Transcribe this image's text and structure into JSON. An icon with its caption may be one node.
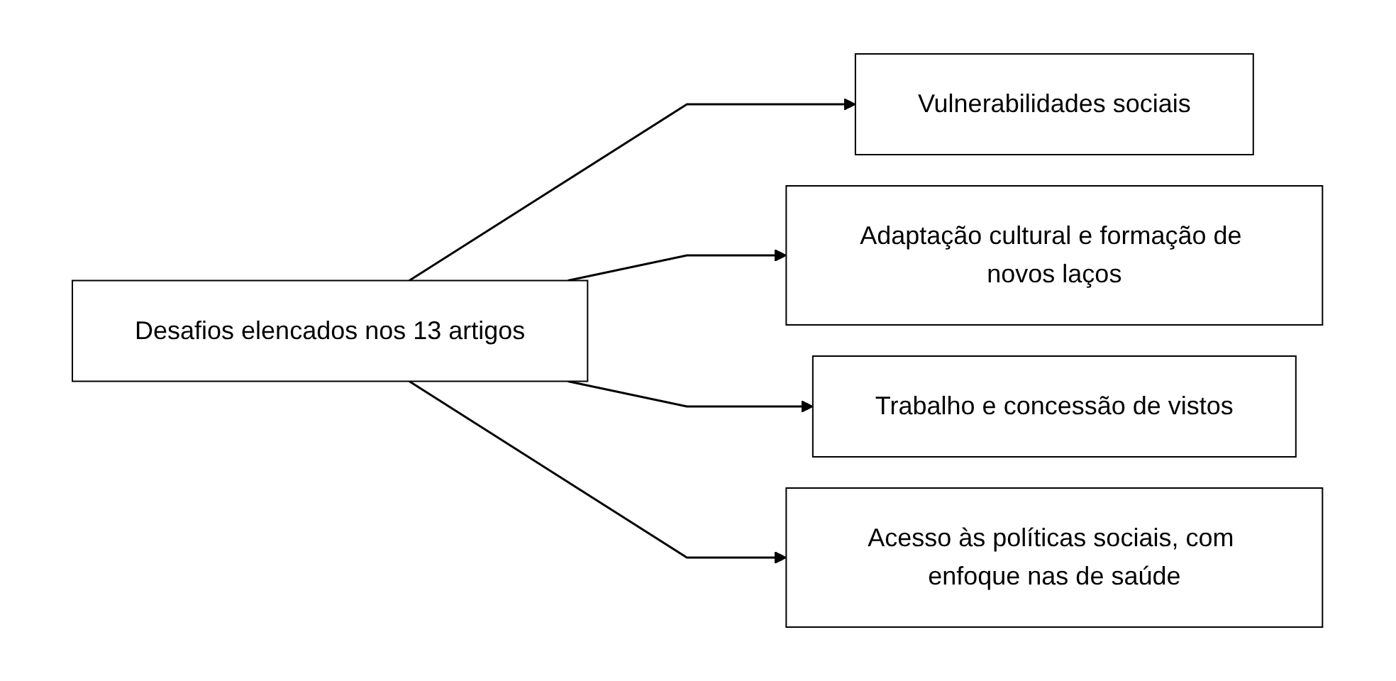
{
  "diagram": {
    "nodes": [
      {
        "text": [
          "Desafios elencados nos 13 artigos"
        ]
      },
      {
        "text": [
          "Vulnerabilidades sociais"
        ]
      },
      {
        "text": [
          "Adaptação cultural e formação de novos laços"
        ]
      },
      {
        "text": [
          "Trabalho e concessão de vistos"
        ]
      },
      {
        "text": [
          "Acesso às políticas sociais, com enfoque nas de saúde"
        ]
      }
    ],
    "edges": [
      {
        "from": 0,
        "to": 1,
        "arrow": "to"
      },
      {
        "from": 0,
        "to": 2,
        "arrow": "to"
      },
      {
        "from": 0,
        "to": 3,
        "arrow": "to"
      },
      {
        "from": 0,
        "to": 4,
        "arrow": "to"
      }
    ]
  }
}
